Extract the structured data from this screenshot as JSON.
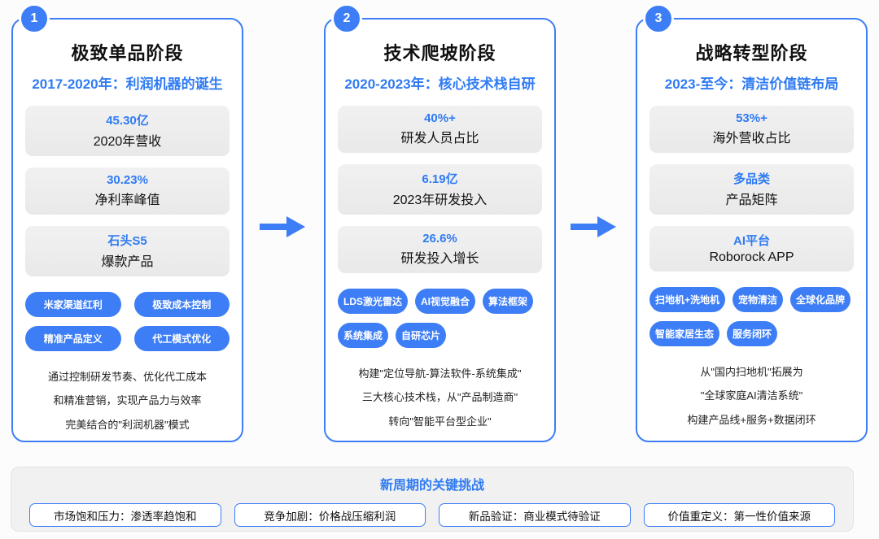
{
  "colors": {
    "accent": "#3d7ef6",
    "accent-text": "#2f7bf3",
    "statbox": "#ededee",
    "panel-bg": "#f1f1f2"
  },
  "stages": [
    {
      "number": "1",
      "title": "极致单品阶段",
      "subtitle": "2017-2020年：利润机器的诞生",
      "stats": [
        {
          "value": "45.30亿",
          "label": "2020年营收"
        },
        {
          "value": "30.23%",
          "label": "净利率峰值"
        },
        {
          "value": "石头S5",
          "label": "爆款产品"
        }
      ],
      "tags": [
        "米家渠道红利",
        "极致成本控制",
        "精准产品定义",
        "代工模式优化"
      ],
      "description": [
        "通过控制研发节奏、优化代工成本",
        "和精准营销，实现产品力与效率",
        "完美结合的\"利润机器\"模式"
      ]
    },
    {
      "number": "2",
      "title": "技术爬坡阶段",
      "subtitle": "2020-2023年：核心技术栈自研",
      "stats": [
        {
          "value": "40%+",
          "label": "研发人员占比"
        },
        {
          "value": "6.19亿",
          "label": "2023年研发投入"
        },
        {
          "value": "26.6%",
          "label": "研发投入增长"
        }
      ],
      "tags": [
        "LDS激光雷达",
        "AI视觉融合",
        "算法框架",
        "系统集成",
        "自研芯片"
      ],
      "description": [
        "构建\"定位导航-算法软件-系统集成\"",
        "三大核心技术栈，从\"产品制造商\"",
        "转向\"智能平台型企业\""
      ]
    },
    {
      "number": "3",
      "title": "战略转型阶段",
      "subtitle": "2023-至今：清洁价值链布局",
      "stats": [
        {
          "value": "53%+",
          "label": "海外营收占比"
        },
        {
          "value": "多品类",
          "label": "产品矩阵"
        },
        {
          "value": "AI平台",
          "label": "Roborock APP"
        }
      ],
      "tags": [
        "扫地机+洗地机",
        "宠物清洁",
        "全球化品牌",
        "智能家居生态",
        "服务闭环"
      ],
      "description": [
        "从\"国内扫地机\"拓展为",
        "\"全球家庭AI清洁系统\"",
        "构建产品线+服务+数据闭环"
      ]
    }
  ],
  "challenges": {
    "title": "新周期的关键挑战",
    "items": [
      "市场饱和压力：渗透率趋饱和",
      "竞争加剧：价格战压缩利润",
      "新品验证：商业模式待验证",
      "价值重定义：第一性价值来源"
    ]
  }
}
